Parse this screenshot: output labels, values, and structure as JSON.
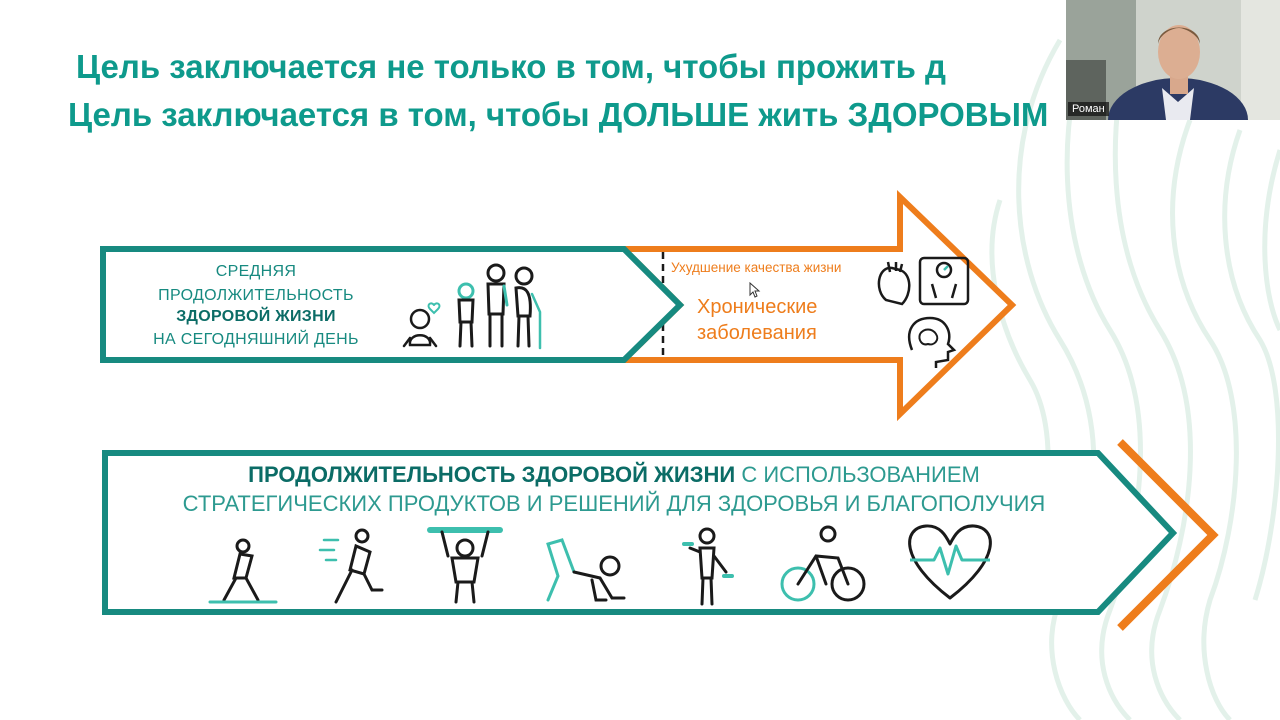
{
  "slide": {
    "title_line1": "Цель заключается не только в том, чтобы  прожить д",
    "title_line2": "Цель заключается в том, чтобы ДОЛЬШЕ жить ЗДОРОВЫМ",
    "row1": {
      "avg_line1": "СРЕДНЯЯ",
      "avg_line2": "ПРОДОЛЖИТЕЛЬНОСТЬ",
      "avg_line3": "ЗДОРОВОЙ ЖИЗНИ",
      "avg_line4": "НА СЕГОДНЯШНИЙ ДЕНЬ",
      "quality_decline": "Ухудшение качества жизни",
      "chronic_line1": "Хронические",
      "chronic_line2": "заболевания",
      "life_stage_icons": [
        "baby-icon",
        "child-icon",
        "adult-icon",
        "elderly-icon"
      ],
      "disease_icons": [
        "heart-organ-icon",
        "scale-icon",
        "brain-head-icon"
      ]
    },
    "row2": {
      "line1_bold": "ПРОДОЛЖИТЕЛЬНОСТЬ ЗДОРОВОЙ ЖИЗНИ",
      "line1_rest": " С ИСПОЛЬЗОВАНИЕМ",
      "line2": "СТРАТЕГИЧЕСКИХ ПРОДУКТОВ И РЕШЕНИЙ ДЛЯ ЗДОРОВЬЯ И БЛАГОПОЛУЧИЯ",
      "activity_icons": [
        "walking-icon",
        "running-icon",
        "weightlifting-icon",
        "yoga-icon",
        "dumbbell-exercise-icon",
        "cycling-icon",
        "heart-pulse-icon"
      ]
    },
    "colors": {
      "teal": "#0e9a8c",
      "dark_teal": "#178a80",
      "orange": "#ee7d1c"
    }
  },
  "webcam": {
    "participant_name": "Роман"
  }
}
